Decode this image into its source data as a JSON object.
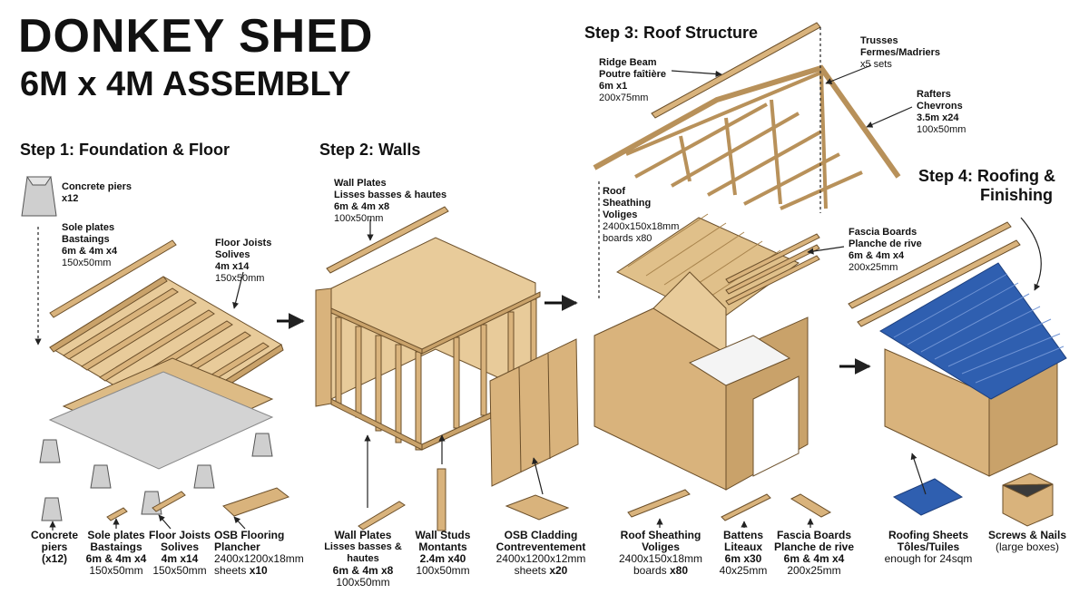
{
  "title": {
    "line1": "DONKEY SHED",
    "line2": "6M x 4M ASSEMBLY"
  },
  "steps": {
    "s1": "Step 1: Foundation & Floor",
    "s2": "Step 2: Walls",
    "s3": "Step 3: Roof Structure",
    "s4a": "Step 4: Roofing &",
    "s4b": "Finishing"
  },
  "callouts": {
    "piers": [
      "Concrete piers",
      "x12"
    ],
    "sole": [
      "Sole plates",
      "Bastaings",
      "6m & 4m x4",
      "150x50mm"
    ],
    "joists": [
      "Floor Joists",
      "Solives",
      "4m x14",
      "150x50mm"
    ],
    "wallplates": [
      "Wall Plates",
      "Lisses basses & hautes",
      "6m & 4m x8",
      "100x50mm"
    ],
    "ridge": [
      "Ridge Beam",
      "Poutre faîtière",
      "6m x1",
      "200x75mm"
    ],
    "trusses": [
      "Trusses",
      "Fermes/Madriers",
      "x5 sets"
    ],
    "rafters": [
      "Rafters",
      "Chevrons",
      "3.5m x24",
      "100x50mm"
    ],
    "sheathing": [
      "Roof",
      "Sheathing",
      "Voliges",
      "2400x150x18mm",
      "boards x80"
    ],
    "fascia": [
      "Fascia Boards",
      "Planche de rive",
      "6m & 4m x4",
      "200x25mm"
    ]
  },
  "bottom": {
    "b1": [
      "Concrete",
      "piers",
      "(x12)"
    ],
    "b2": [
      "Sole plates",
      "Bastaings",
      "6m & 4m x4",
      "150x50mm"
    ],
    "b3": [
      "Floor Joists",
      "Solives",
      "4m x14",
      "150x50mm"
    ],
    "b4": [
      "OSB Flooring",
      "Plancher",
      "2400x1200x18mm",
      "sheets ",
      "x10"
    ],
    "b5": [
      "Wall Plates",
      "Lisses basses & hautes",
      "6m & 4m x8",
      "100x50mm"
    ],
    "b6": [
      "Wall Studs",
      "Montants",
      "2.4m x40",
      "100x50mm"
    ],
    "b7": [
      "OSB Cladding",
      "Contreventement",
      "2400x1200x12mm",
      "sheets ",
      "x20"
    ],
    "b8": [
      "Roof Sheathing",
      "Voliges",
      "2400x150x18mm",
      "boards ",
      "x80"
    ],
    "b9": [
      "Battens",
      "Liteaux",
      "6m x30",
      "40x25mm"
    ],
    "b10": [
      "Fascia Boards",
      "Planche de rive",
      "6m & 4m x4",
      "200x25mm"
    ],
    "b11": [
      "Roofing Sheets",
      "Tôles/Tuiles",
      "enough for 24sqm"
    ],
    "b12": [
      "Screws & Nails",
      "(large boxes)"
    ]
  },
  "colors": {
    "wood": "#d9b37c",
    "wood_dark": "#b8915a",
    "wood_light": "#e8cb9a",
    "roof": "#2f5fb0",
    "concrete": "#d0d0d0"
  }
}
